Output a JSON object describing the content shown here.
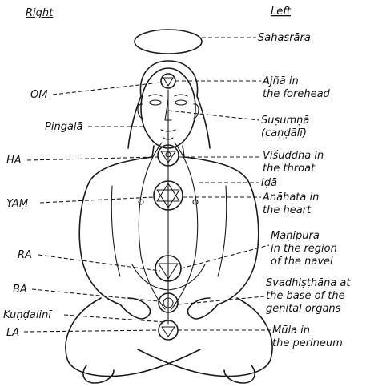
{
  "headers": {
    "right": "Right",
    "left": "Left"
  },
  "right_labels": {
    "om": "OṂ",
    "pingala": "Piṅgalā",
    "ha": "HA",
    "yam": "YAṂ",
    "ra": "RA",
    "ba": "BA",
    "kundalini": "Kuṇḍalinī",
    "la": "LA"
  },
  "left_labels": {
    "sahasrara": "Sahasrāra",
    "ajna": [
      "Ājñā in",
      "the forehead"
    ],
    "susumna": [
      "Suṣumṇā",
      "(caṇḍālī)"
    ],
    "visuddha": [
      "Viśuddha in",
      "the throat"
    ],
    "ida": "Iḍā",
    "anahata": [
      "Anāhata in",
      "the heart"
    ],
    "manipura": [
      "Maṇipura",
      "in the region",
      "of the navel"
    ],
    "svadhisthana": [
      "Svadhiṣṭhāna at",
      "the base of the",
      "genital organs"
    ],
    "mula": [
      "Mūla in",
      "the perineum"
    ]
  }
}
